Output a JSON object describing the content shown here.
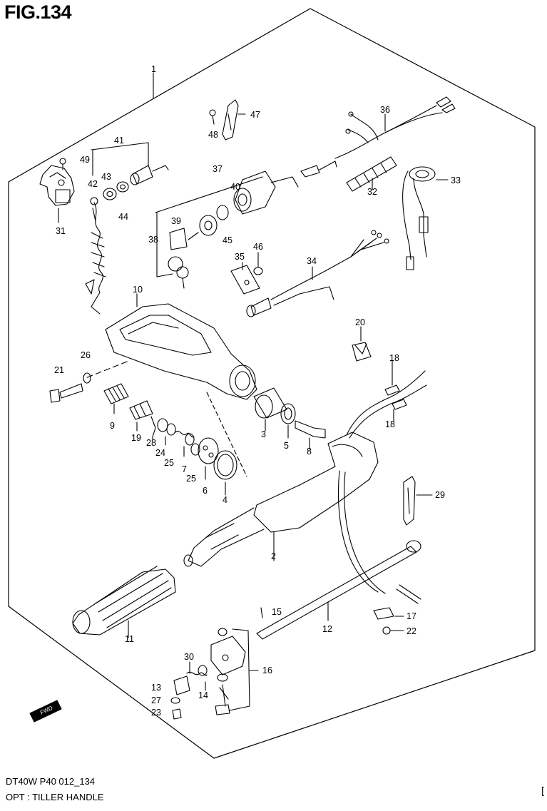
{
  "figure_title": "FIG.134",
  "footer": {
    "code": "DT40W P40 012_134",
    "caption": "OPT : TILLER HANDLE",
    "edge_mark": "["
  },
  "badge": "FWD",
  "callouts": [
    "1",
    "2",
    "3",
    "4",
    "5",
    "6",
    "7",
    "8",
    "9",
    "10",
    "11",
    "12",
    "13",
    "14",
    "15",
    "16",
    "17",
    "18",
    "18",
    "19",
    "20",
    "21",
    "22",
    "23",
    "24",
    "25",
    "25",
    "26",
    "27",
    "28",
    "29",
    "30",
    "31",
    "32",
    "33",
    "34",
    "35",
    "36",
    "37",
    "38",
    "39",
    "40",
    "41",
    "42",
    "43",
    "44",
    "45",
    "46",
    "47",
    "48",
    "49"
  ]
}
